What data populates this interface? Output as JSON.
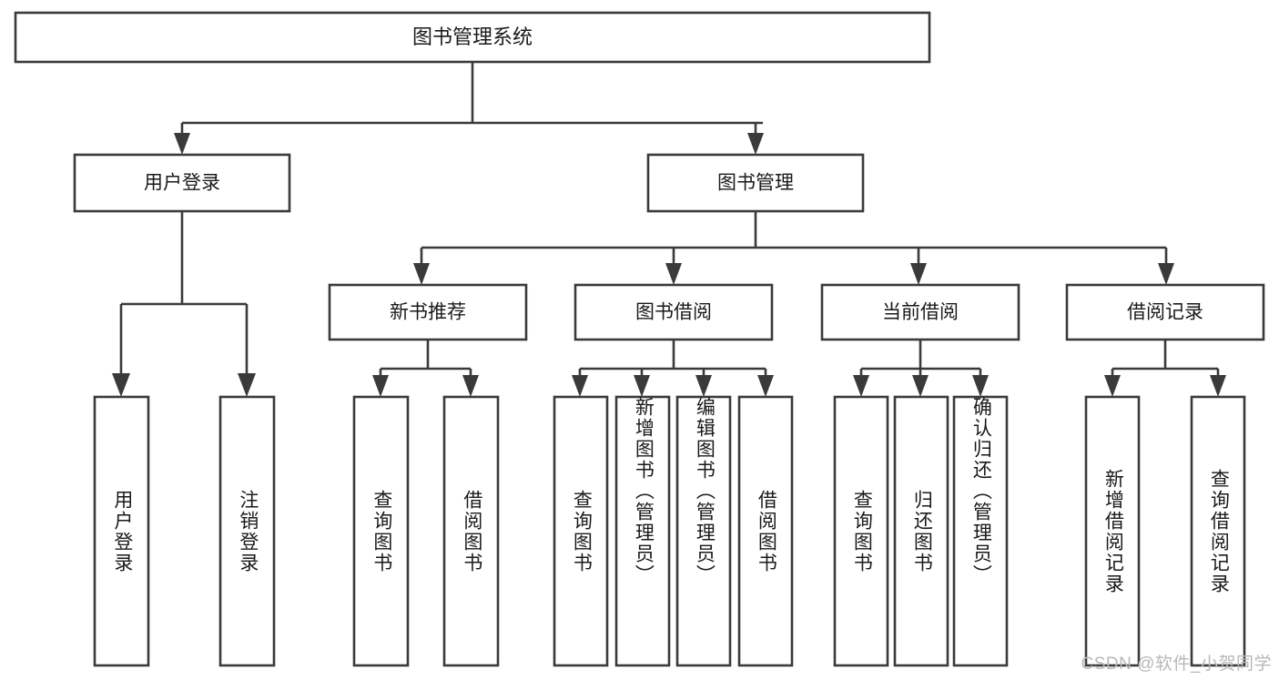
{
  "diagram": {
    "type": "tree-hierarchy",
    "title": "图书管理系统",
    "watermark": "CSDN @软件_小贺同学",
    "colors": {
      "stroke": "#3a3a3a",
      "fill": "#ffffff",
      "text": "#1a1a1a",
      "watermark": "#b8b8b8"
    },
    "levels": {
      "root": {
        "label": "图书管理系统"
      },
      "level2": [
        {
          "label": "用户登录"
        },
        {
          "label": "图书管理"
        }
      ],
      "level3": [
        {
          "label": "新书推荐"
        },
        {
          "label": "图书借阅"
        },
        {
          "label": "当前借阅"
        },
        {
          "label": "借阅记录"
        }
      ],
      "leaves": [
        {
          "label": "用户登录",
          "parent": "用户登录"
        },
        {
          "label": "注销登录",
          "parent": "用户登录"
        },
        {
          "label": "查询图书",
          "parent": "新书推荐"
        },
        {
          "label": "借阅图书",
          "parent": "新书推荐"
        },
        {
          "label": "查询图书",
          "parent": "图书借阅"
        },
        {
          "label": "新增图书（管理员）",
          "parent": "图书借阅"
        },
        {
          "label": "编辑图书（管理员）",
          "parent": "图书借阅"
        },
        {
          "label": "借阅图书",
          "parent": "图书借阅"
        },
        {
          "label": "查询图书",
          "parent": "当前借阅"
        },
        {
          "label": "归还图书",
          "parent": "当前借阅"
        },
        {
          "label": "确认归还（管理员）",
          "parent": "当前借阅"
        },
        {
          "label": "新增借阅记录",
          "parent": "借阅记录"
        },
        {
          "label": "查询借阅记录",
          "parent": "借阅记录"
        }
      ]
    }
  }
}
